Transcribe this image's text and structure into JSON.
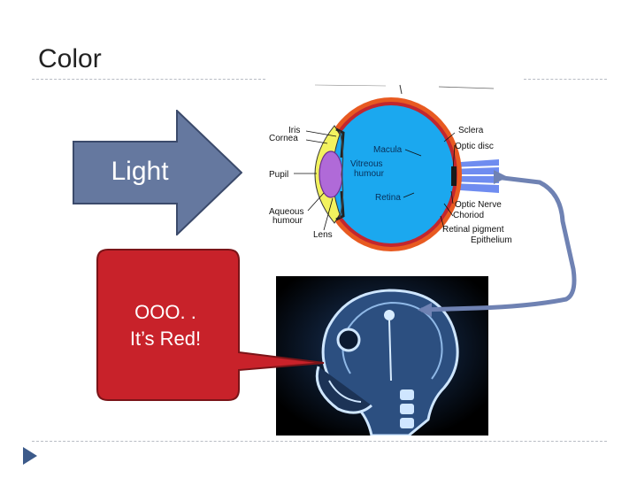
{
  "slide": {
    "title": "Color"
  },
  "arrow": {
    "label": "Light"
  },
  "callout": {
    "line1": "OOO. .",
    "line2": "It’s Red!"
  },
  "eye_labels": {
    "iris": "Iris",
    "cornea": "Cornea",
    "pupil": "Pupil",
    "aqueous_1": "Aqueous",
    "aqueous_2": "humour",
    "lens": "Lens",
    "macula": "Macula",
    "vitreous_1": "Vitreous",
    "vitreous_2": "humour",
    "retina": "Retina",
    "sclera": "Sclera",
    "optic_disc": "Optic disc",
    "optic_nerve": "Optic Nerve",
    "choroid": "Choriod",
    "retinal_pigment": "Retinal pigment",
    "epithelium": "Epithelium"
  },
  "colors": {
    "arrow_fill": "#65789f",
    "arrow_stroke": "#3b4a6b",
    "callout_fill": "#c8222a",
    "callout_stroke": "#7a1418",
    "nerve_path": "#6f82b3",
    "eye_vitreous": "#1ba8ef",
    "eye_sclera": "#e85a21",
    "eye_choroid": "#c2262e",
    "eye_iris_region": "#f2f25f",
    "eye_lens": "#b06ad8",
    "optic_nerve": "#6f8cf0",
    "xray_background": "#000000",
    "xray_bone": "#cfe6ff"
  },
  "icons": {
    "bullet": "triangle-bullet-icon"
  }
}
